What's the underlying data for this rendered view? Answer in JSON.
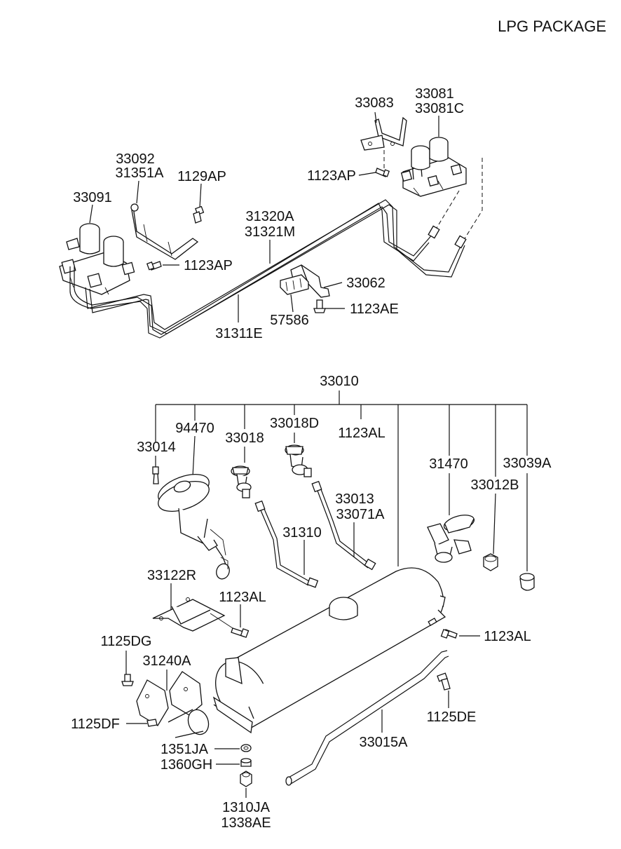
{
  "title": "LPG PACKAGE",
  "labels": {
    "p33083": "33083",
    "p33081": "33081",
    "p33081C": "33081C",
    "p33092": "33092",
    "p31351A": "31351A",
    "p1129AP": "1129AP",
    "p1123AP_a": "1123AP",
    "p33091": "33091",
    "p31320A": "31320A",
    "p31321M": "31321M",
    "p1123AP_b": "1123AP",
    "p33062": "33062",
    "p1123AE": "1123AE",
    "p57586": "57586",
    "p31311E": "31311E",
    "p33010": "33010",
    "p94470": "94470",
    "p33018D": "33018D",
    "p33014": "33014",
    "p33018": "33018",
    "p1123AL_a": "1123AL",
    "p31470": "31470",
    "p33039A": "33039A",
    "p33012B": "33012B",
    "p33013": "33013",
    "p33071A": "33071A",
    "p31310": "31310",
    "p33122R": "33122R",
    "p1123AL_b": "1123AL",
    "p1123AL_c": "1123AL",
    "p1125DG": "1125DG",
    "p31240A": "31240A",
    "p1125DE": "1125DE",
    "p1125DF": "1125DF",
    "p1351JA": "1351JA",
    "p33015A": "33015A",
    "p1360GH": "1360GH",
    "p1310JA": "1310JA",
    "p1338AE": "1338AE"
  }
}
